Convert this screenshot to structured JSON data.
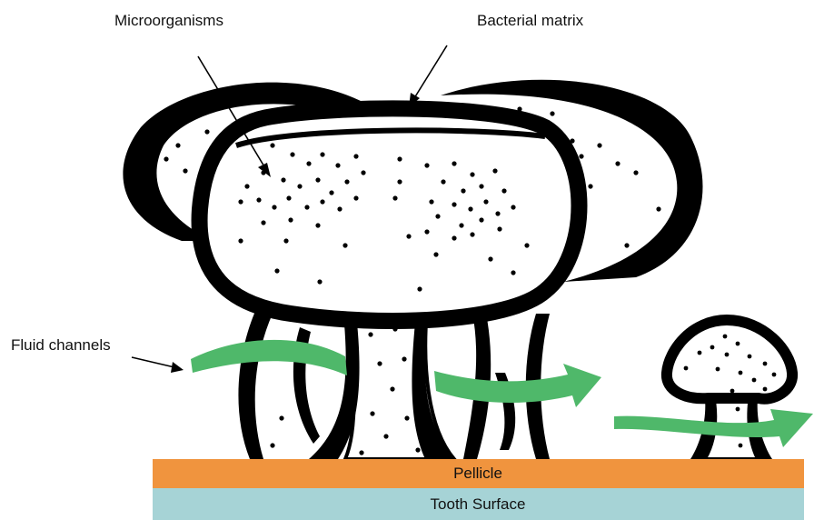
{
  "labels": {
    "microorganisms": "Microorganisms",
    "bacterial_matrix": "Bacterial matrix",
    "fluid_channels": "Fluid channels"
  },
  "layers": {
    "pellicle": "Pellicle",
    "tooth_surface": "Tooth Surface"
  },
  "colors": {
    "pellicle": "#f0943e",
    "tooth_surface": "#a6d3d6",
    "fluid_channel": "#4fb86a",
    "outline": "#000000",
    "background": "#ffffff"
  }
}
